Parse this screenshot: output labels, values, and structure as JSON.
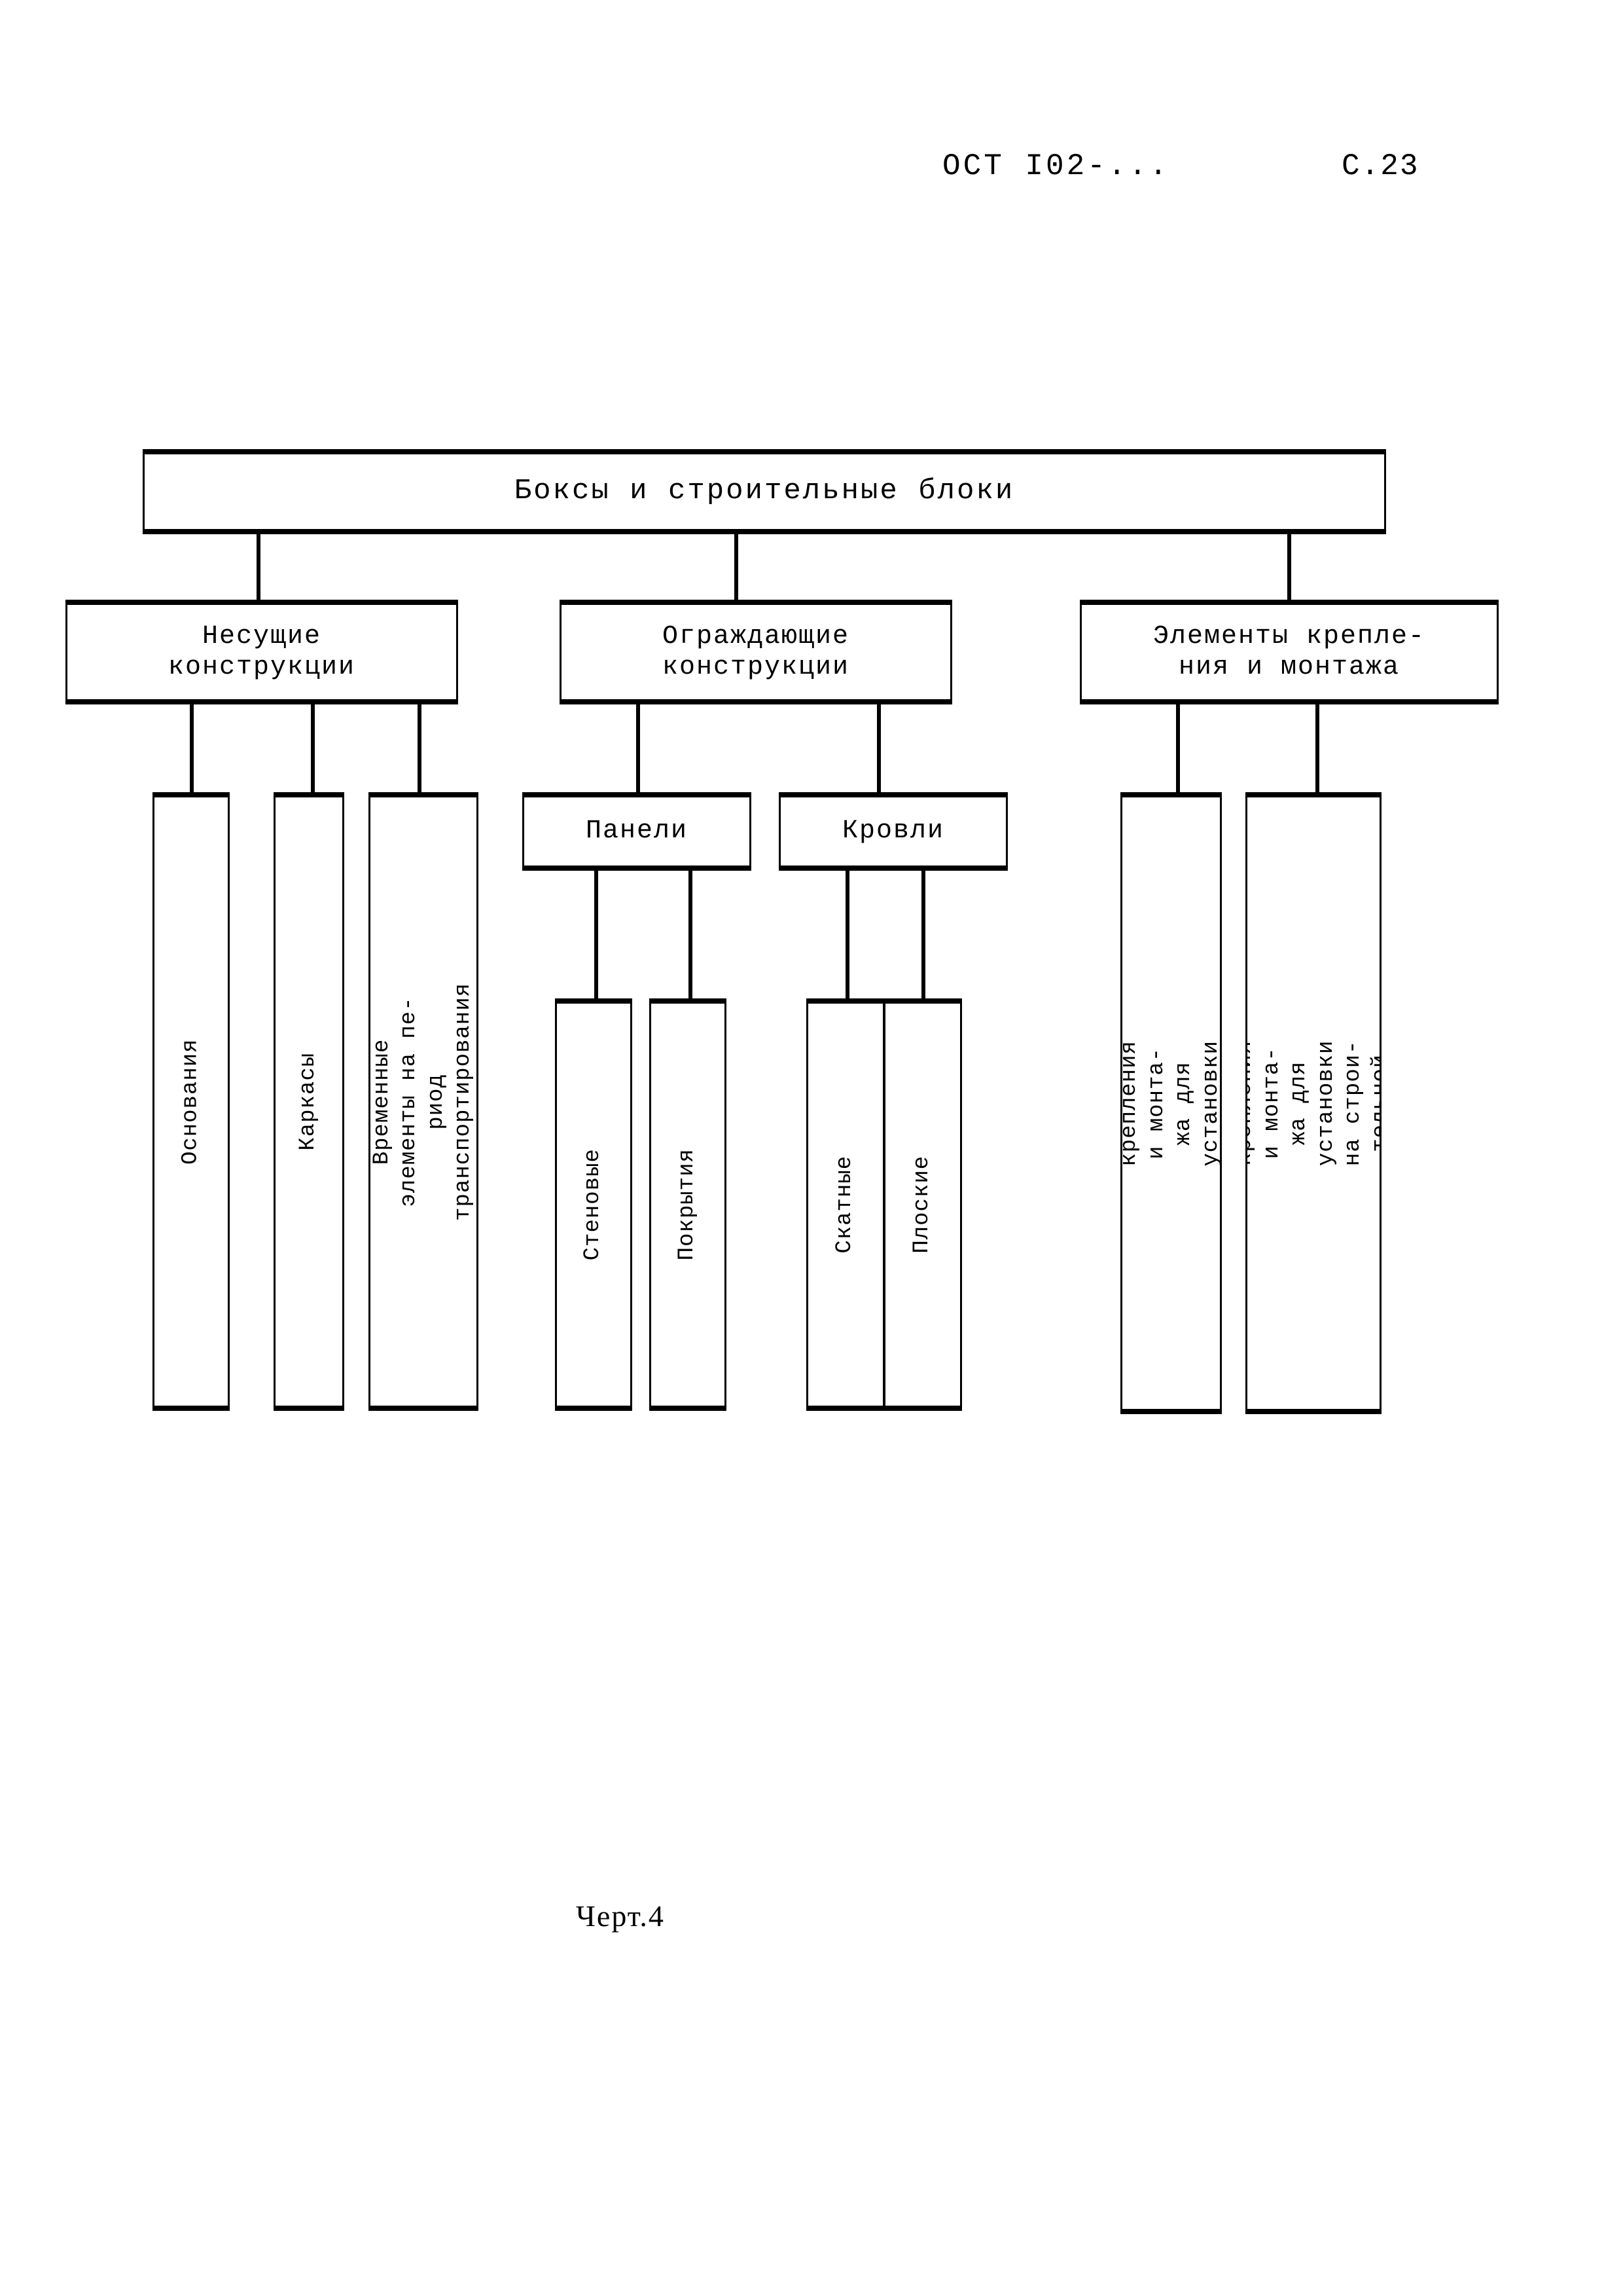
{
  "header": {
    "document_code": "ОСТ I02-...",
    "page_label": "С.23"
  },
  "caption": {
    "text": "Черт.4"
  },
  "diagram": {
    "root": {
      "label": "Боксы и строительные блоки"
    },
    "level2": [
      {
        "label": "Несущие\nконструкции"
      },
      {
        "label": "Ограждающие\nконструкции"
      },
      {
        "label": "Элементы крепле-\nния и монтажа"
      }
    ],
    "level3": [
      {
        "label": "Панели"
      },
      {
        "label": "Кровли"
      }
    ],
    "leaves_bearing": [
      {
        "label": "Основания"
      },
      {
        "label": "Каркасы"
      },
      {
        "label": "Временные элементы на пе-\nриод транспортирования"
      }
    ],
    "leaves_panels": [
      {
        "label": "Стеновые"
      },
      {
        "label": "Покрытия"
      }
    ],
    "leaves_roofs": [
      {
        "label": "Скатные"
      },
      {
        "label": "Плоские"
      }
    ],
    "leaves_fasteners": [
      {
        "label": "Элементы крепления и монта-\nжа для установки на заводе"
      },
      {
        "label": "Элементы крепления и монта-\nжа для установки на строи-\nтельной площадке"
      }
    ]
  },
  "colors": {
    "ink": "#000000",
    "paper": "#ffffff"
  }
}
